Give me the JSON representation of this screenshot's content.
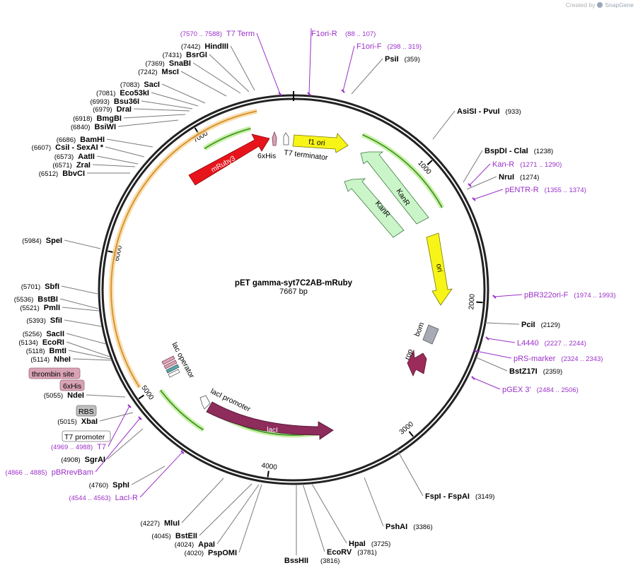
{
  "credit": {
    "prefix": "Created by",
    "brand": "SnapGene",
    "icon": "snapgene-logo-icon"
  },
  "plasmid": {
    "name": "pET gamma-syt7C2AB-mRuby",
    "size": "7667 bp"
  },
  "ticks": [
    "1000",
    "2000",
    "3000",
    "4000",
    "5000",
    "6000",
    "7000"
  ],
  "enzymes": [
    {
      "name": "HindIII",
      "pos": "(7442)"
    },
    {
      "name": "BsrGI",
      "pos": "(7431)"
    },
    {
      "name": "SnaBI",
      "pos": "(7369)"
    },
    {
      "name": "MscI",
      "pos": "(7242)"
    },
    {
      "name": "SacI",
      "pos": "(7083)"
    },
    {
      "name": "Eco53kI",
      "pos": "(7081)"
    },
    {
      "name": "Bsu36I",
      "pos": "(6993)"
    },
    {
      "name": "DraI",
      "pos": "(6979)"
    },
    {
      "name": "BmgBI",
      "pos": "(6918)"
    },
    {
      "name": "BsiWI",
      "pos": "(6840)"
    },
    {
      "name": "BamHI",
      "pos": "(6686)"
    },
    {
      "name": "CsiI - SexAI *",
      "pos": "(6607)"
    },
    {
      "name": "AatII",
      "pos": "(6573)"
    },
    {
      "name": "ZraI",
      "pos": "(6571)"
    },
    {
      "name": "BbvCI",
      "pos": "(6512)"
    },
    {
      "name": "SpeI",
      "pos": "(5984)"
    },
    {
      "name": "SbfI",
      "pos": "(5701)"
    },
    {
      "name": "BstBI",
      "pos": "(5536)"
    },
    {
      "name": "PmlI",
      "pos": "(5521)"
    },
    {
      "name": "SfiI",
      "pos": "(5393)"
    },
    {
      "name": "SacII",
      "pos": "(5256)"
    },
    {
      "name": "EcoRI",
      "pos": "(5134)"
    },
    {
      "name": "BmtI",
      "pos": "(5118)"
    },
    {
      "name": "NheI",
      "pos": "(5114)"
    },
    {
      "name": "NdeI",
      "pos": "(5055)"
    },
    {
      "name": "XbaI",
      "pos": "(5015)"
    },
    {
      "name": "SgrAI",
      "pos": "(4908)"
    },
    {
      "name": "SphI",
      "pos": "(4760)"
    },
    {
      "name": "MluI",
      "pos": "(4227)"
    },
    {
      "name": "BstEII",
      "pos": "(4045)"
    },
    {
      "name": "ApaI",
      "pos": "(4024)"
    },
    {
      "name": "PspOMI",
      "pos": "(4020)"
    },
    {
      "name": "BssHII",
      "pos": "(3816)"
    },
    {
      "name": "EcoRV",
      "pos": "(3781)"
    },
    {
      "name": "HpaI",
      "pos": "(3725)"
    },
    {
      "name": "PshAI",
      "pos": "(3386)"
    },
    {
      "name": "FspI - FspAI",
      "pos": "(3149)"
    },
    {
      "name": "PsiI",
      "pos": "(359)"
    },
    {
      "name": "AsiSI - PvuI",
      "pos": "(933)"
    },
    {
      "name": "BspDI - ClaI",
      "pos": "(1238)"
    },
    {
      "name": "NruI",
      "pos": "(1274)"
    },
    {
      "name": "PciI",
      "pos": "(2129)"
    },
    {
      "name": "BstZ17I",
      "pos": "(2359)"
    }
  ],
  "primers": [
    {
      "name": "T7 Term",
      "pos": "(7570 .. 7588)"
    },
    {
      "name": "F1ori-R",
      "pos": "(88 .. 107)"
    },
    {
      "name": "F1ori-F",
      "pos": "(298 .. 319)"
    },
    {
      "name": "Kan-R",
      "pos": "(1271 .. 1290)"
    },
    {
      "name": "pENTR-R",
      "pos": "(1355 .. 1374)"
    },
    {
      "name": "pBR322ori-F",
      "pos": "(1974 .. 1993)"
    },
    {
      "name": "L4440",
      "pos": "(2227 .. 2244)"
    },
    {
      "name": "pRS-marker",
      "pos": "(2324 .. 2343)"
    },
    {
      "name": "pGEX 3'",
      "pos": "(2484 .. 2506)"
    },
    {
      "name": "T7",
      "pos": "(4969 .. 4988)"
    },
    {
      "name": "pBRrevBam",
      "pos": "(4866 .. 4885)"
    },
    {
      "name": "LacI-R",
      "pos": "(4544 .. 4563)"
    }
  ],
  "features": {
    "mRuby3": "mRuby3",
    "sixHis_top": "6xHis",
    "t7_terminator": "T7 terminator",
    "f1_ori": "f1 ori",
    "kanR_outer": "KanR",
    "kanR_inner": "KanR",
    "ori": "ori",
    "bom": "bom",
    "rop": "rop",
    "lac_operator": "lac operator",
    "lacI_promoter": "lacI promoter",
    "lacI": "lacI",
    "thrombin_site": "thrombin site",
    "sixHis_box": "6xHis",
    "rbs": "RBS",
    "t7_promoter": "T7 promoter"
  },
  "colors": {
    "backbone": "#222222",
    "enzyme_line": "#7a7a7a",
    "primer": "#9a2fc8",
    "mRuby3": "#e8141b",
    "f1_ori": "#f7f418",
    "kanR": "#c9f5c9",
    "ori": "#f7f418",
    "bom": "#a7abb5",
    "rop": "#9b2b5a",
    "lacI": "#8e2c5c",
    "orf_green": "#3a8c1a",
    "orf_glow": "#c6f0a6",
    "orf_orange": "#e8a53c",
    "thrombin": "#d9a3b6",
    "rbs": "#bfbfbf"
  }
}
